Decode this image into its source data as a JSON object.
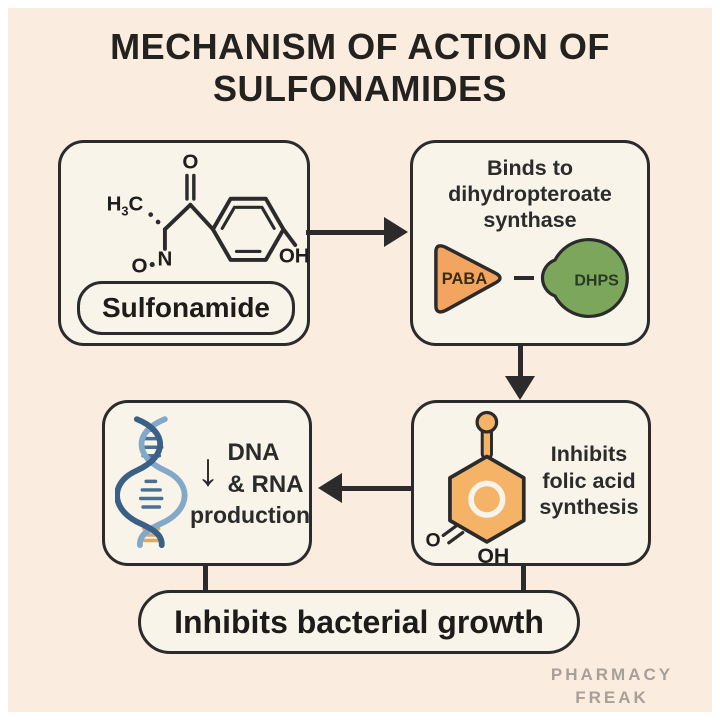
{
  "colors": {
    "background": "#faecdf",
    "frame": "#ffffff",
    "box_bg": "#f8f4ea",
    "outline": "#2b2b2b",
    "paba_fill": "#f3a55f",
    "dhps_fill": "#7da65d",
    "dhps_text": "#273b20",
    "paba_text": "#3b2a12",
    "folic_fill": "#f5b368",
    "dna_strand_dark": "#3a6088",
    "dna_strand_light": "#82aac8",
    "dna_rung_blue": "#4a7091",
    "dna_rung_tan": "#d9ab66",
    "watermark": "#a8a098"
  },
  "title": {
    "line1": "MECHANISM OF ACTION OF",
    "line2": "SULFONAMIDES"
  },
  "sulfonamide_box": {
    "label": "Sulfonamide",
    "atoms": {
      "h": "H",
      "three": "3",
      "c": "C",
      "o_carbonyl": "O",
      "n": "N",
      "o_nitroso": "O",
      "oh": "OH"
    }
  },
  "binds_box": {
    "text": "Binds to dihydropteroate synthase",
    "paba": "PABA",
    "dhps": "DHPS"
  },
  "folic_box": {
    "text": "Inhibits folic acid synthesis",
    "o": "O",
    "oh": "OH"
  },
  "dna_box": {
    "down_arrow": "↓",
    "line1": "DNA",
    "line2": "& RNA",
    "line3": "production"
  },
  "outcome_box": {
    "label": "Inhibits bacterial growth"
  },
  "watermark": {
    "line1": "PHARMACY",
    "line2": "FREAK"
  }
}
